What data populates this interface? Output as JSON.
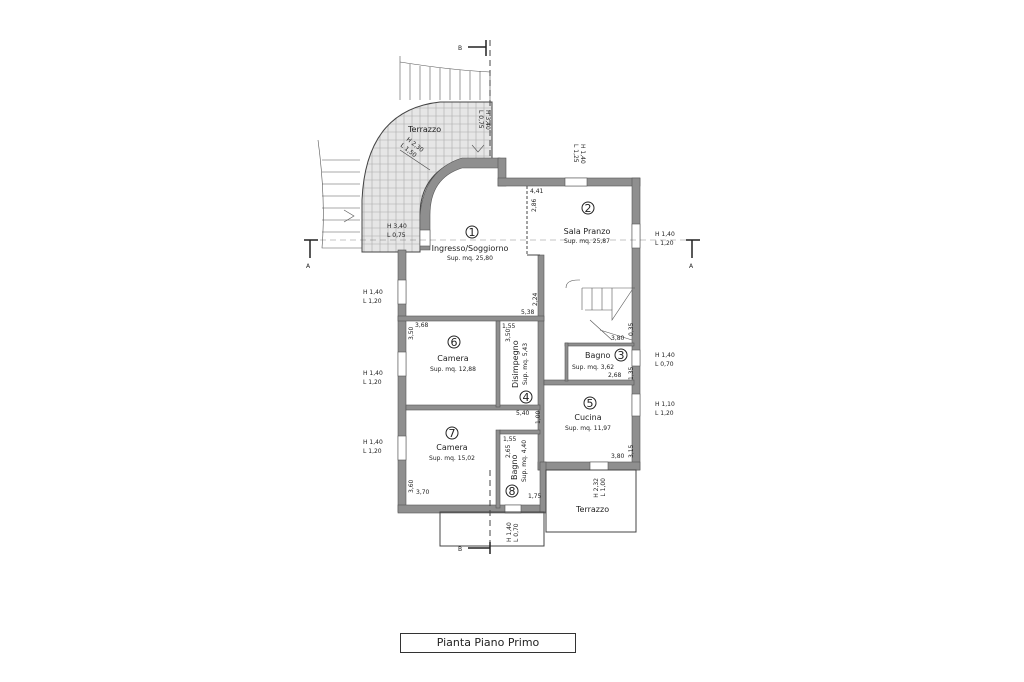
{
  "title": "Pianta Piano Primo",
  "section_marks": {
    "a": "A",
    "b": "B"
  },
  "rooms": [
    {
      "num": "1",
      "name": "Ingresso/Soggiorno",
      "area": "Sup. mq. 25,80"
    },
    {
      "num": "2",
      "name": "Sala Pranzo",
      "area": "Sup. mq. 25,87"
    },
    {
      "num": "3",
      "name": "Bagno",
      "area": "Sup. mq. 3,62"
    },
    {
      "num": "4",
      "name": "Disimpegno",
      "area": "Sup. mq. 5,43"
    },
    {
      "num": "5",
      "name": "Cucina",
      "area": "Sup. mq. 11,97"
    },
    {
      "num": "6",
      "name": "Camera",
      "area": "Sup. mq. 12,88"
    },
    {
      "num": "7",
      "name": "Camera",
      "area": "Sup. mq. 15,02"
    },
    {
      "num": "8",
      "name": "Bagno",
      "area": "Sup. mq. 4,40"
    }
  ],
  "terraces": {
    "top": "Terrazzo",
    "bottom": "Terrazzo"
  },
  "windows": {
    "terr_top_door": [
      "H 3,40",
      "L 0,75"
    ],
    "terr_diag": [
      "H 2,30",
      "L 1,50"
    ],
    "terr_left": [
      "H 3,40",
      "L 0,75"
    ],
    "sala_top": [
      "H 1,40",
      "L 1,25"
    ],
    "sala_right": [
      "H 1,40",
      "L 1,20"
    ],
    "ingresso_left": [
      "H 1,40",
      "L 1,20"
    ],
    "camera6_left": [
      "H 1,40",
      "L 1,20"
    ],
    "camera7_left": [
      "H 1,40",
      "L 1,20"
    ],
    "bagno3_right": [
      "H 1,40",
      "L 0,70"
    ],
    "cucina_right": [
      "H 1,10",
      "L 1,20"
    ],
    "cucina_door": [
      "H 2,32",
      "L 1,00"
    ],
    "bagno8_bottom": [
      "H 1,40",
      "L 0,70"
    ]
  },
  "dims": {
    "d441": "4,41",
    "d286": "2,86",
    "d224": "2,24",
    "d538": "5,38",
    "d155a": "1,55",
    "d350a": "3,50",
    "d350b": "3,50",
    "d368": "3,68",
    "d540": "5,40",
    "d100": "1,00",
    "d155b": "1,55",
    "d265": "2,65",
    "d360": "3,60",
    "d370": "3,70",
    "d175": "1,75",
    "d380a": "3,80",
    "d035": "0,35",
    "d268": "2,68",
    "d135": "1,35",
    "d380b": "3,80",
    "d315": "3,15"
  },
  "colors": {
    "wall": "#8f8f8f",
    "line": "#444444"
  }
}
